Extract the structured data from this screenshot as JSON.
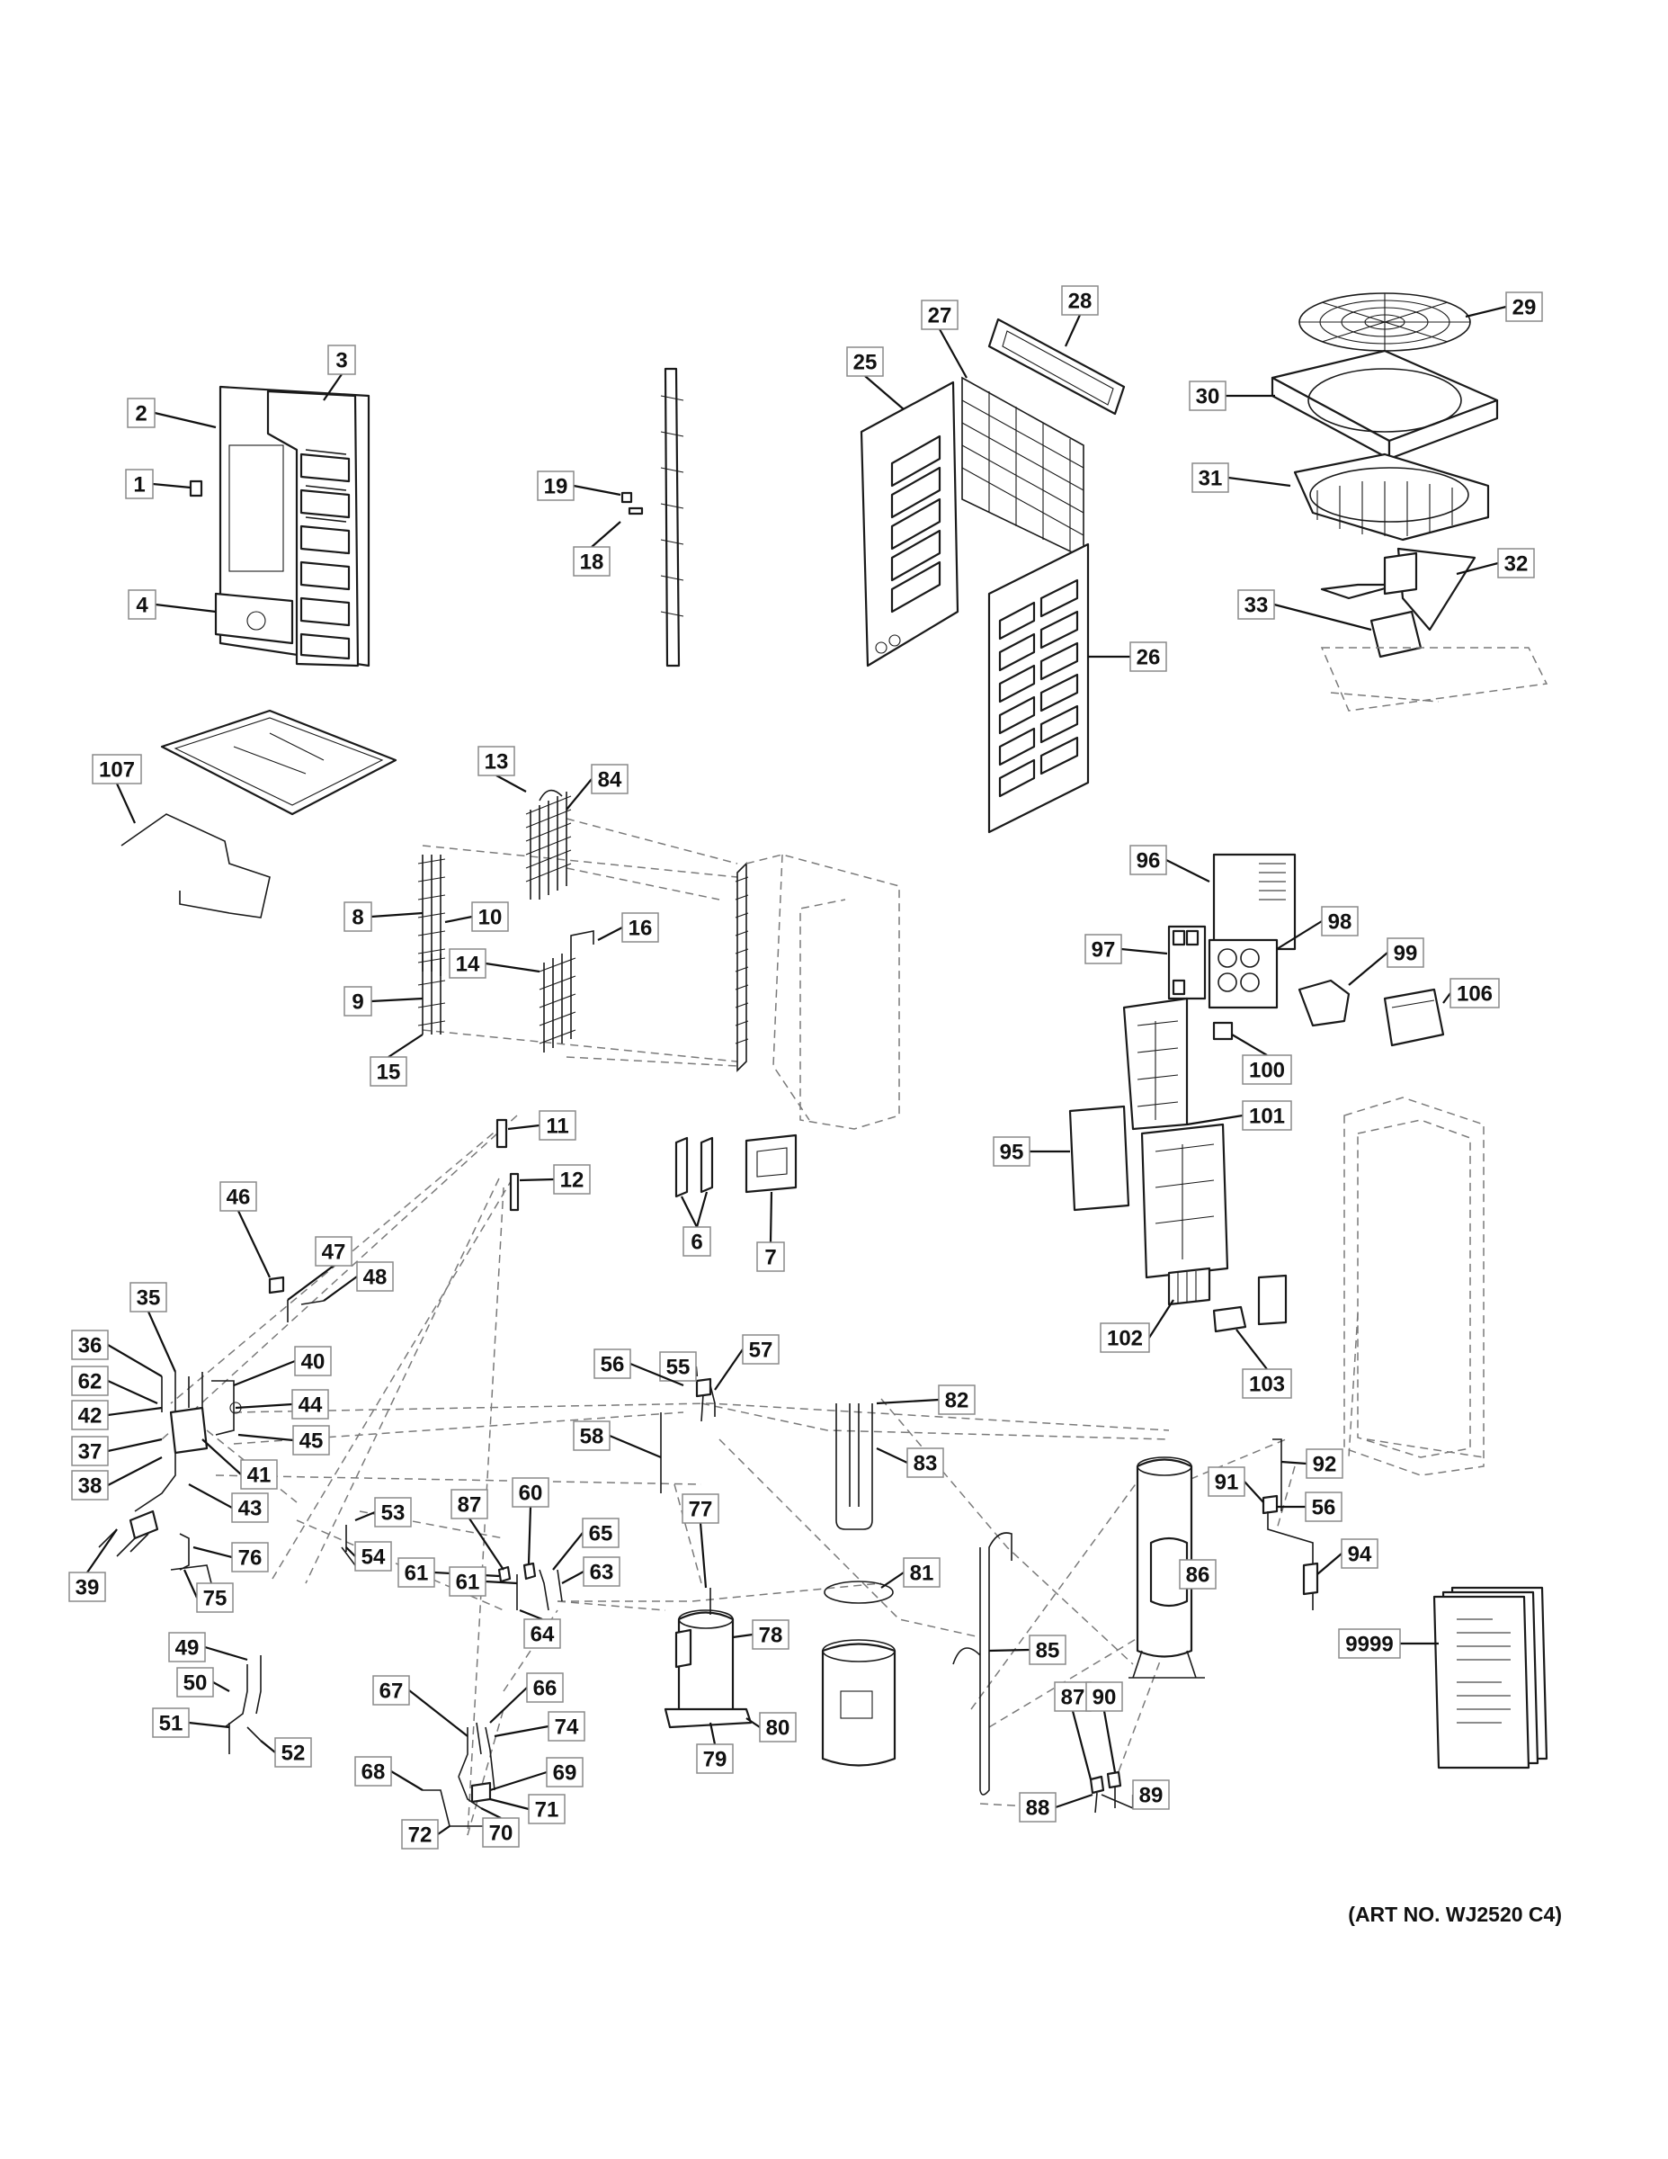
{
  "art_number": "(ART NO. WJ2520 C4)",
  "callouts": [
    {
      "label": "1"
    },
    {
      "label": "2"
    },
    {
      "label": "3"
    },
    {
      "label": "4"
    },
    {
      "label": "107"
    },
    {
      "label": "19"
    },
    {
      "label": "18"
    },
    {
      "label": "25"
    },
    {
      "label": "27"
    },
    {
      "label": "28"
    },
    {
      "label": "26"
    },
    {
      "label": "29"
    },
    {
      "label": "30"
    },
    {
      "label": "31"
    },
    {
      "label": "32"
    },
    {
      "label": "33"
    },
    {
      "label": "13"
    },
    {
      "label": "84"
    },
    {
      "label": "8"
    },
    {
      "label": "10"
    },
    {
      "label": "16"
    },
    {
      "label": "14"
    },
    {
      "label": "9"
    },
    {
      "label": "15"
    },
    {
      "label": "11"
    },
    {
      "label": "12"
    },
    {
      "label": "6"
    },
    {
      "label": "7"
    },
    {
      "label": "96"
    },
    {
      "label": "97"
    },
    {
      "label": "98"
    },
    {
      "label": "99"
    },
    {
      "label": "106"
    },
    {
      "label": "100"
    },
    {
      "label": "101"
    },
    {
      "label": "95"
    },
    {
      "label": "102"
    },
    {
      "label": "103"
    },
    {
      "label": "46"
    },
    {
      "label": "47"
    },
    {
      "label": "48"
    },
    {
      "label": "35"
    },
    {
      "label": "36"
    },
    {
      "label": "40"
    },
    {
      "label": "62"
    },
    {
      "label": "44"
    },
    {
      "label": "42"
    },
    {
      "label": "45"
    },
    {
      "label": "37"
    },
    {
      "label": "41"
    },
    {
      "label": "38"
    },
    {
      "label": "43"
    },
    {
      "label": "39"
    },
    {
      "label": "76"
    },
    {
      "label": "75"
    },
    {
      "label": "55"
    },
    {
      "label": "57"
    },
    {
      "label": "56"
    },
    {
      "label": "58"
    },
    {
      "label": "82"
    },
    {
      "label": "83"
    },
    {
      "label": "53"
    },
    {
      "label": "54"
    },
    {
      "label": "87"
    },
    {
      "label": "60"
    },
    {
      "label": "65"
    },
    {
      "label": "61"
    },
    {
      "label": "61"
    },
    {
      "label": "63"
    },
    {
      "label": "64"
    },
    {
      "label": "77"
    },
    {
      "label": "78"
    },
    {
      "label": "79"
    },
    {
      "label": "80"
    },
    {
      "label": "81"
    },
    {
      "label": "85"
    },
    {
      "label": "86"
    },
    {
      "label": "92"
    },
    {
      "label": "91"
    },
    {
      "label": "56"
    },
    {
      "label": "94"
    },
    {
      "label": "9999"
    },
    {
      "label": "49"
    },
    {
      "label": "50"
    },
    {
      "label": "51"
    },
    {
      "label": "52"
    },
    {
      "label": "67"
    },
    {
      "label": "66"
    },
    {
      "label": "74"
    },
    {
      "label": "68"
    },
    {
      "label": "69"
    },
    {
      "label": "71"
    },
    {
      "label": "72"
    },
    {
      "label": "70"
    },
    {
      "label": "87"
    },
    {
      "label": "90"
    },
    {
      "label": "88"
    },
    {
      "label": "89"
    }
  ]
}
